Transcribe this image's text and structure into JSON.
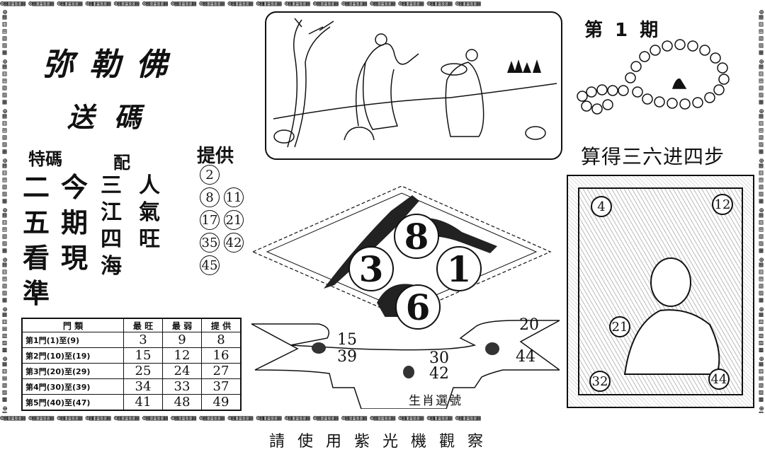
{
  "title": {
    "main": "弥勒佛",
    "sub": "送碼"
  },
  "border_pattern": "⊕▦▥▤▧▨▩ ⊕▦▥▤▧▨▩ ⊕▦▥▤▧▨▩ ⊕▦▥▤▧▨▩ ⊕▦▥▤▧▨▩ ⊕▦▥▤▧▨▩ ⊕▦▥▤▧▨▩ ⊕▦▥▤▧▨▩ ⊕▦▥▤▧▨▩ ⊕▦▥▤▧▨▩ ⊕▦▥▤▧▨▩ ⊕▦▥▤▧▨▩ ⊕▦▥▤▧▨▩ ⊕▦▥▤▧▨▩ ⊕▦▥▤▧▨▩ ⊕▦▥▤▧▨▩ ⊕▦▥▤▧▨▩",
  "special": {
    "label_special": "特碼",
    "label_pair": "配",
    "label_provide": "提供",
    "col1": [
      "二",
      "五",
      "看",
      "準"
    ],
    "col2": [
      "今",
      "期",
      "現"
    ],
    "col3": [
      "三",
      "江",
      "四",
      "海"
    ],
    "col4": [
      "人",
      "氣",
      "旺"
    ],
    "provided_numbers": [
      "2",
      "",
      "8",
      "11",
      "17",
      "21",
      "35",
      "42",
      "45",
      ""
    ]
  },
  "door_table": {
    "headers": [
      "門 類",
      "最 旺",
      "最 弱",
      "提 供"
    ],
    "rows": [
      {
        "label": "第1門(1)至(9)",
        "hot": "3",
        "cold": "9",
        "provide": "8"
      },
      {
        "label": "第2門(10)至(19)",
        "hot": "15",
        "cold": "12",
        "provide": "16"
      },
      {
        "label": "第3門(20)至(29)",
        "hot": "25",
        "cold": "24",
        "provide": "27"
      },
      {
        "label": "第4門(30)至(39)",
        "hot": "34",
        "cold": "33",
        "provide": "37"
      },
      {
        "label": "第5門(40)至(47)",
        "hot": "41",
        "cold": "48",
        "provide": "49"
      }
    ]
  },
  "center": {
    "diamond_balls": [
      "8",
      "3",
      "1",
      "6"
    ],
    "ribbon_left": [
      "15",
      "39"
    ],
    "ribbon_center": [
      "30",
      "42"
    ],
    "ribbon_right": [
      "20",
      "44"
    ],
    "ribbon_label": "生肖選號"
  },
  "right": {
    "period": "第 1 期",
    "slogan": "算得三六进四步",
    "buddha_numbers": {
      "top_left": "4",
      "top_right": "12",
      "middle": "21",
      "bottom_left": "32",
      "bottom_right": "44"
    }
  },
  "footer": {
    "note": "請使用紫光機觀察"
  }
}
